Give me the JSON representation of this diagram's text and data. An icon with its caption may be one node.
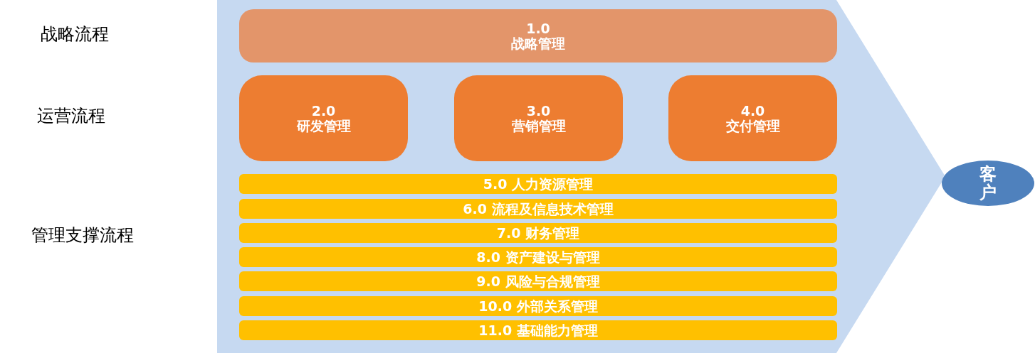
{
  "diagram": {
    "nodes": [
      {
        "text": [],
        "shape": "arrow"
      },
      {
        "text": [
          "1.0",
          "战略管理"
        ],
        "in": 0
      },
      {
        "text": [
          "2.0",
          "研发管理"
        ],
        "in": 0
      },
      {
        "text": [
          "3.0",
          "营销管理"
        ],
        "in": 0
      },
      {
        "text": [
          "4.0",
          "交付管理"
        ],
        "in": 0
      },
      {
        "text": [
          "5.0 人力资源管理"
        ],
        "in": 0
      },
      {
        "text": [
          "6.0 流程及信息技术管理"
        ],
        "in": 0
      },
      {
        "text": [
          "7.0 财务管理"
        ],
        "in": 0
      },
      {
        "text": [
          "8.0 资产建设与管理"
        ],
        "in": 0
      },
      {
        "text": [
          "9.0 风险与合规管理"
        ],
        "in": 0
      },
      {
        "text": [
          "10.0 外部关系管理"
        ],
        "in": 0
      },
      {
        "text": [
          "11.0 基础能力管理"
        ],
        "in": 0
      },
      {
        "text": [
          "客户"
        ]
      }
    ],
    "labels": [
      "战略流程",
      "运营流程",
      "管理支撑流程"
    ]
  }
}
